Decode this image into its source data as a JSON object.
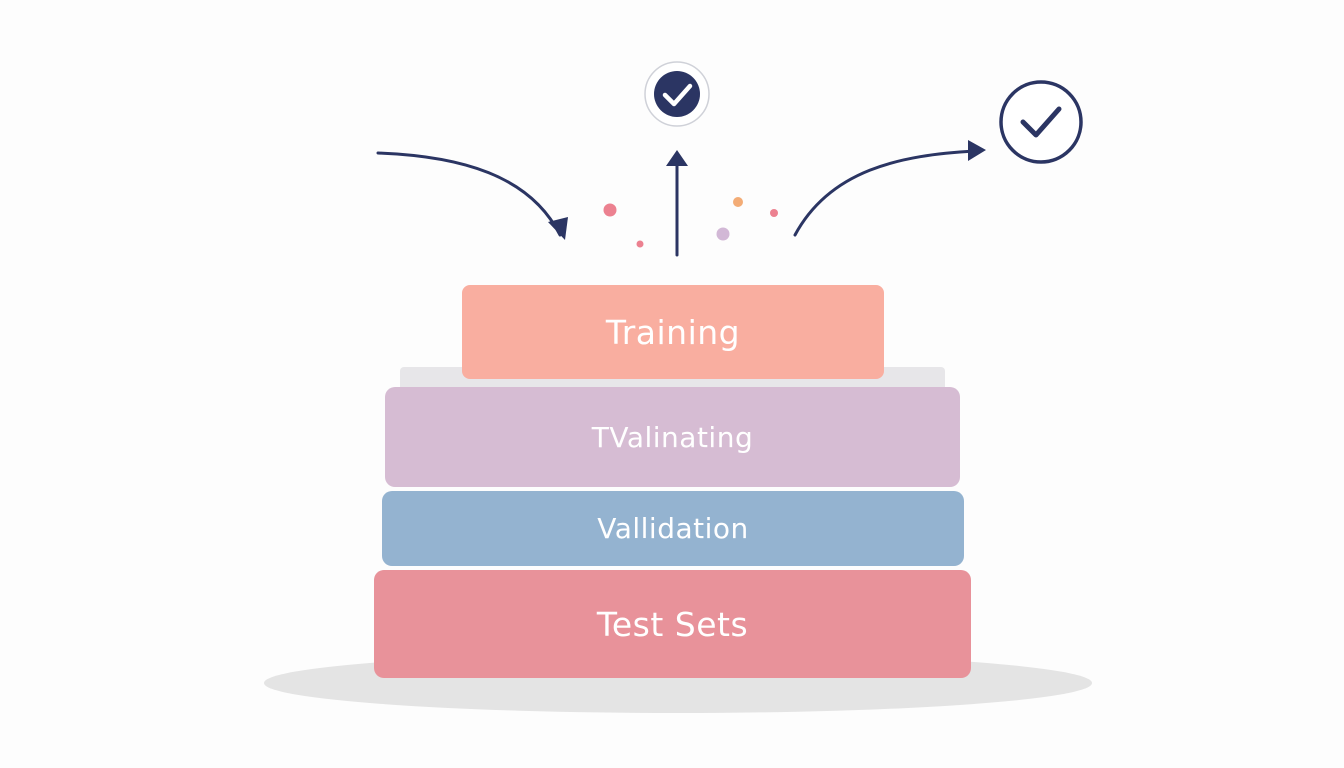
{
  "layers": {
    "training": {
      "label": "Training",
      "color": "#f9aea0"
    },
    "tvalinating": {
      "label": "TValinating",
      "color": "#d6bcd3"
    },
    "validation": {
      "label": "Vallidation",
      "color": "#94b3d0"
    },
    "test_sets": {
      "label": "Test Sets",
      "color": "#e8929a"
    }
  },
  "colors": {
    "arrow": "#2b3563",
    "check_fill": "#2b3563",
    "shadow": "#e4e4e4",
    "dot_pink": "#ec8190",
    "dot_orange": "#f3ac76",
    "dot_lilac": "#d2b8d6"
  },
  "icons": [
    "check-circle-icon",
    "check-circle-outline-icon",
    "curved-arrow-in-icon",
    "up-arrow-icon",
    "curved-arrow-out-icon"
  ]
}
